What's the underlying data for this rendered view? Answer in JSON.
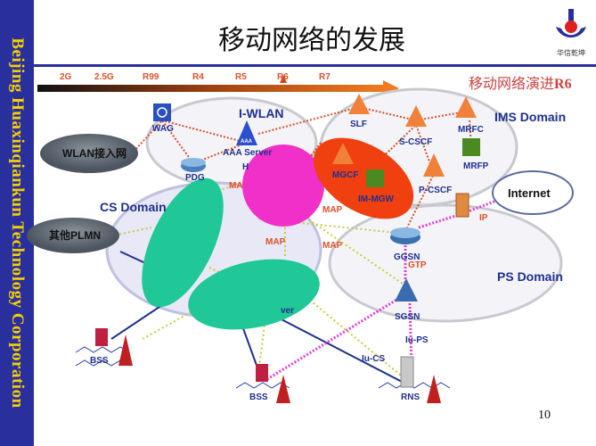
{
  "sidebar": {
    "text": "Beijing Huaxinqiankun Technology Corporation"
  },
  "title": "移动网络的发展",
  "logo": {
    "text": "华信乾坤"
  },
  "subtitle": {
    "cn": "移动网络演进",
    "release": "R6"
  },
  "timeline": [
    "2G",
    "2.5G",
    "R99",
    "R4",
    "R5",
    "R6",
    "R7"
  ],
  "domains": {
    "iwlan": "I-WLAN",
    "ims": "IMS Domain",
    "cs": "CS Domain",
    "ps": "PS Domain"
  },
  "clouds": {
    "wlan": "WLAN接入网",
    "plmn_prefix": "其他",
    "plmn": "PLMN",
    "internet": "Internet"
  },
  "nodes": {
    "wag": "WAG",
    "aaa_icon": "AAA",
    "aaa": "AAA Server",
    "hss_partial": "H",
    "pdg": "PDG",
    "slf": "SLF",
    "scscf": "S-CSCF",
    "mrfc": "MRFC",
    "mrfp": "MRFP",
    "mgcf": "MGCF",
    "immgw": "IM-MGW",
    "pcscf": "P-CSCF",
    "ggsn": "GGSN",
    "sgsn": "SGSN",
    "server_partial": "ver",
    "bss1": "BSS",
    "bss2": "BSS",
    "rns": "RNS"
  },
  "interfaces": {
    "ma": "MA",
    "map1": "MAP",
    "map2": "MAP",
    "map3": "MAP",
    "ip": "IP",
    "gtp": "GTP",
    "iups": "Iu-PS",
    "iucs": "Iu-CS"
  },
  "page_number": "10"
}
